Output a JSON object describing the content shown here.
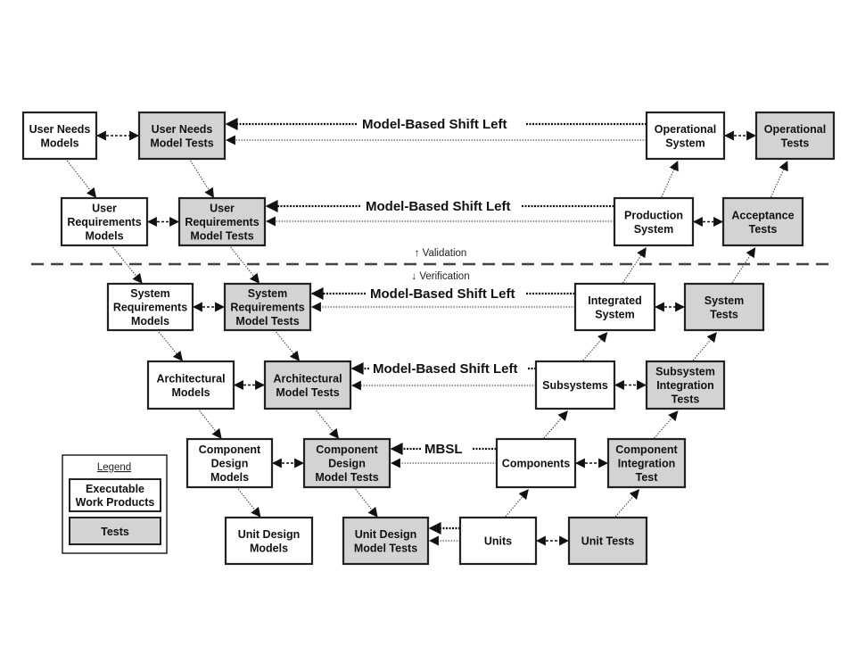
{
  "diagram": {
    "boxes": {
      "user_needs_models": {
        "lines": [
          "User Needs",
          "Models"
        ],
        "type": "work-product"
      },
      "user_needs_model_tests": {
        "lines": [
          "User Needs",
          "Model Tests"
        ],
        "type": "test"
      },
      "operational_system": {
        "lines": [
          "Operational",
          "System"
        ],
        "type": "work-product"
      },
      "operational_tests": {
        "lines": [
          "Operational",
          "Tests"
        ],
        "type": "test"
      },
      "user_requirements_models": {
        "lines": [
          "User",
          "Requirements",
          "Models"
        ],
        "type": "work-product"
      },
      "user_requirements_model_tests": {
        "lines": [
          "User",
          "Requirements",
          "Model Tests"
        ],
        "type": "test"
      },
      "production_system": {
        "lines": [
          "Production",
          "System"
        ],
        "type": "work-product"
      },
      "acceptance_tests": {
        "lines": [
          "Acceptance",
          "Tests"
        ],
        "type": "test"
      },
      "system_requirements_models": {
        "lines": [
          "System",
          "Requirements",
          "Models"
        ],
        "type": "work-product"
      },
      "system_requirements_model_tests": {
        "lines": [
          "System",
          "Requirements",
          "Model Tests"
        ],
        "type": "test"
      },
      "integrated_system": {
        "lines": [
          "Integrated",
          "System"
        ],
        "type": "work-product"
      },
      "system_tests": {
        "lines": [
          "System",
          "Tests"
        ],
        "type": "test"
      },
      "architectural_models": {
        "lines": [
          "Architectural",
          "Models"
        ],
        "type": "work-product"
      },
      "architectural_model_tests": {
        "lines": [
          "Architectural",
          "Model Tests"
        ],
        "type": "test"
      },
      "subsystems": {
        "lines": [
          "Subsystems"
        ],
        "type": "work-product"
      },
      "subsystem_integration_tests": {
        "lines": [
          "Subsystem",
          "Integration",
          "Tests"
        ],
        "type": "test"
      },
      "component_design_models": {
        "lines": [
          "Component",
          "Design",
          "Models"
        ],
        "type": "work-product"
      },
      "component_design_model_tests": {
        "lines": [
          "Component",
          "Design",
          "Model Tests"
        ],
        "type": "test"
      },
      "components": {
        "lines": [
          "Components"
        ],
        "type": "work-product"
      },
      "component_integration_test": {
        "lines": [
          "Component",
          "Integration",
          "Test"
        ],
        "type": "test"
      },
      "unit_design_models": {
        "lines": [
          "Unit Design",
          "Models"
        ],
        "type": "work-product"
      },
      "unit_design_model_tests": {
        "lines": [
          "Unit Design",
          "Model Tests"
        ],
        "type": "test"
      },
      "units": {
        "lines": [
          "Units"
        ],
        "type": "work-product"
      },
      "unit_tests": {
        "lines": [
          "Unit Tests"
        ],
        "type": "test"
      }
    },
    "shift_left_labels": [
      "Model-Based Shift Left",
      "Model-Based Shift Left",
      "Model-Based Shift Left",
      "Model-Based Shift Left",
      "MBSL"
    ],
    "validation_label": "↑ Validation",
    "verification_label": "↓ Verification",
    "legend": {
      "title": "Legend",
      "items": [
        {
          "lines": [
            "Executable",
            "Work Products"
          ]
        },
        {
          "lines": [
            "Tests"
          ]
        }
      ]
    },
    "colors": {
      "test_fill": "#d3d3d3",
      "work_product_fill": "#ffffff",
      "stroke": "#222222"
    }
  }
}
